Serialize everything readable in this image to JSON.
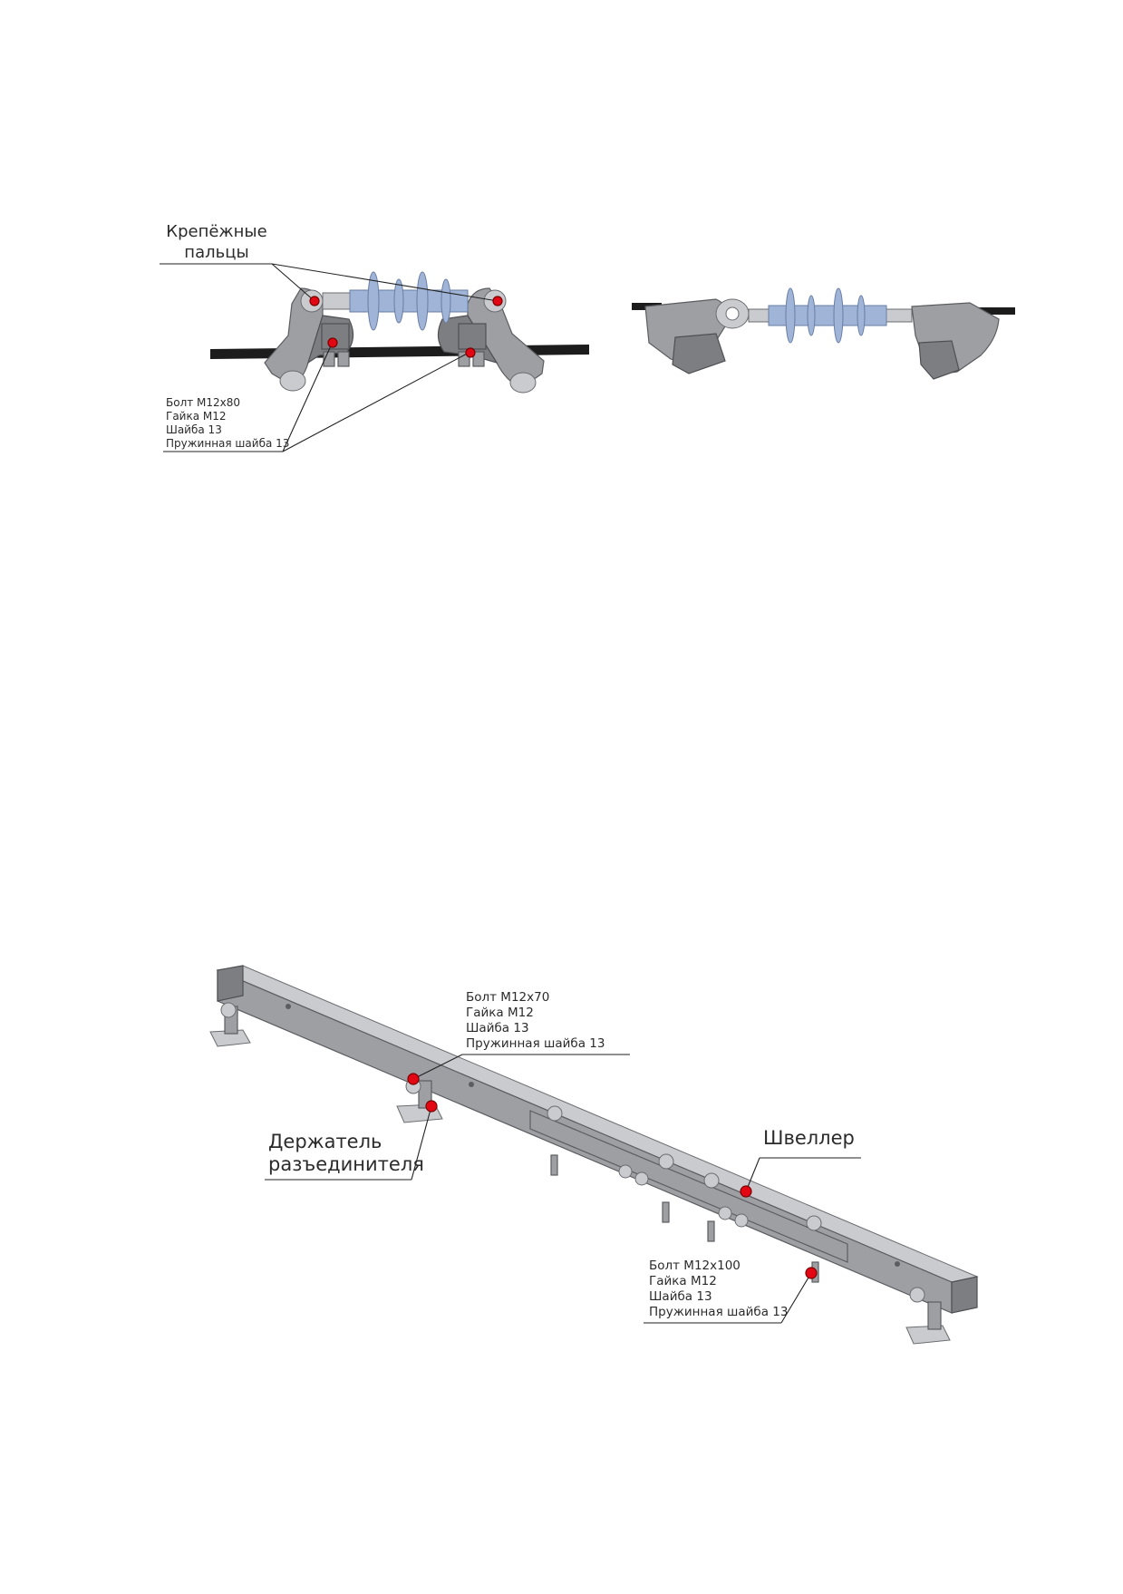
{
  "figure_top": {
    "fingers_label": [
      "Крепёжные",
      "пальцы"
    ],
    "fasteners": [
      "Болт М12х80",
      "Гайка М12",
      "Шайба 13",
      "Пружинная шайба 13"
    ]
  },
  "figure_bottom": {
    "fasteners_a": [
      "Болт М12х70",
      "Гайка М12",
      "Шайба 13",
      "Пружинная шайба 13"
    ],
    "holder_label": [
      "Держатель",
      "разъединителя"
    ],
    "channel_label": "Швеллер",
    "fasteners_b": [
      "Болт М12х100",
      "Гайка М12",
      "Шайба 13",
      "Пружинная шайба 13"
    ]
  },
  "colors": {
    "marker": "#e30613",
    "insulator": "#9fb4d6",
    "metal": "#9d9fa3"
  }
}
